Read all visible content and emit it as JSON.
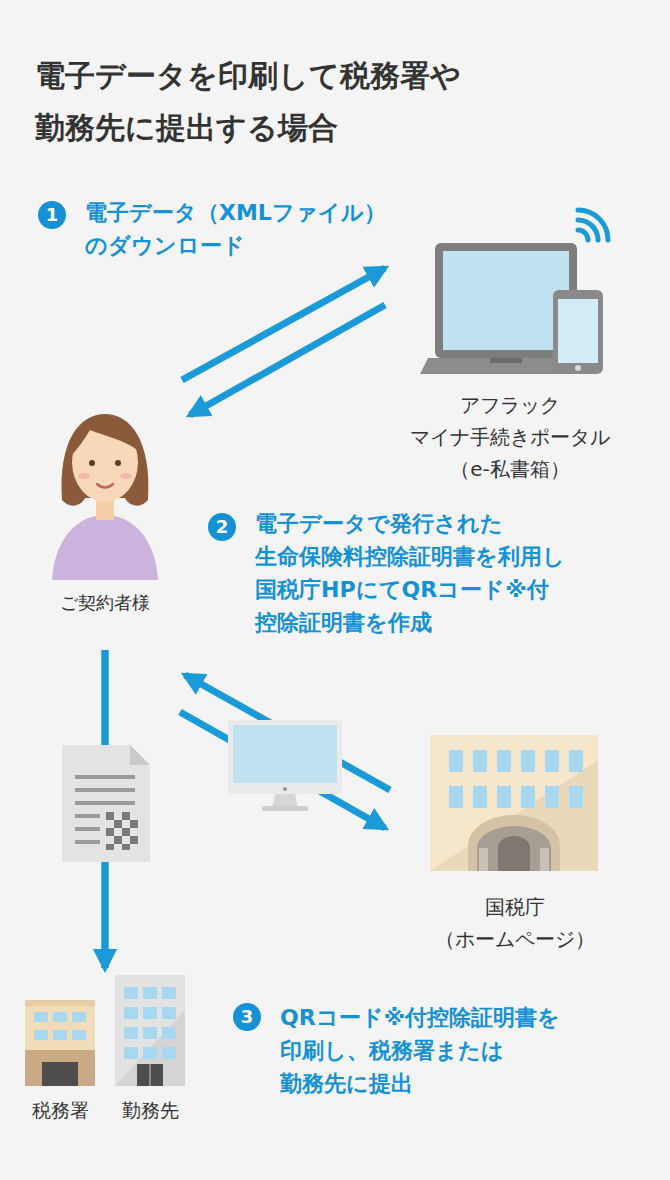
{
  "diagram": {
    "title": "電子データを印刷して税務署や 勤務先に提出する場合",
    "nodes": [
      {
        "text": [
          "アフラック マイナ手続きポータル （e-私書箱）"
        ]
      },
      {
        "text": [
          "ご契約者様"
        ]
      },
      {
        "text": [
          "国税庁 （ホームページ）"
        ]
      },
      {
        "text": [
          "税務署"
        ]
      },
      {
        "text": [
          "勤務先"
        ]
      }
    ],
    "edges": [
      {
        "from": 1,
        "to": 0,
        "arrow": "to"
      },
      {
        "from": 0,
        "to": 1,
        "arrow": "to"
      },
      {
        "from": 1,
        "to": 2,
        "arrow": "to"
      },
      {
        "from": 2,
        "to": 1,
        "arrow": "to"
      },
      {
        "from": 1,
        "to": 3,
        "arrow": "to"
      },
      {
        "from": 1,
        "to": 4,
        "arrow": "to"
      }
    ],
    "labels": [
      "1",
      "電子データ（XMLファイル） のダウンロード",
      "2",
      "電子データで発行された 生命保険料控除証明書を利用し 国税庁HPにてQRコード※付 控除証明書を作成",
      "3",
      "QRコード※付控除証明書を 印刷し、税務署または 勤務先に提出"
    ]
  }
}
